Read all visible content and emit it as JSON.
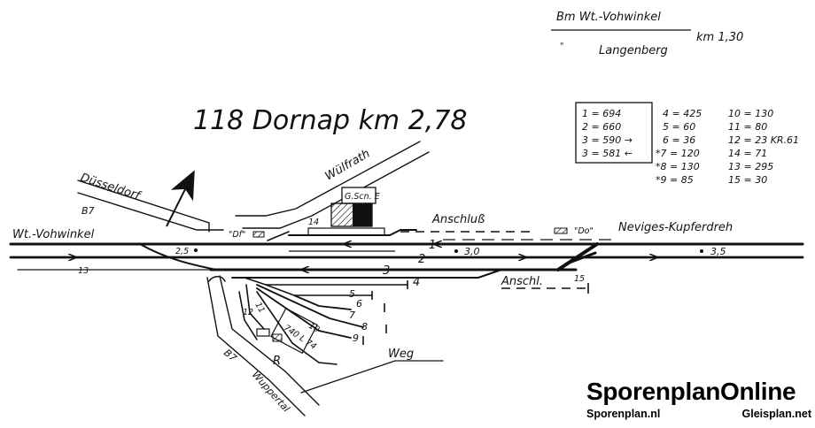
{
  "station": {
    "title": "118 Dornap km 2,78"
  },
  "header_route": {
    "line1": "Bm Wt.-Vohwinkel",
    "line2_prefix": "\"",
    "line2": "Langenberg",
    "km": "km 1,30"
  },
  "lengths_table": {
    "boxed": [
      "1 = 694",
      "2 = 660",
      "3 = 590 →",
      "3 = 581 ←"
    ],
    "col2": [
      "4 = 425",
      "5 = 60",
      "6 = 36",
      "*7 = 120",
      "*8 = 130",
      "*9 = 85"
    ],
    "col3": [
      "10 = 130",
      "11 = 80",
      "12 = 23 KR.61",
      "14 = 71",
      "13 = 295",
      "15 = 30"
    ]
  },
  "directions": {
    "west": "Wt.-Vohwinkel",
    "east": "Neviges-Kupferdreh",
    "northwest": "Düsseldorf",
    "north": "Wülfrath",
    "road_b7_upper": "B7",
    "road_b7_lower": "B7",
    "wuppertal": "Wuppertal",
    "weg": "Weg"
  },
  "labels": {
    "signal_box": "G.Scn. E",
    "anschluss": "Anschluß",
    "anschl": "Anschl.",
    "df": "\"Df\"",
    "do": "\"Do\"",
    "r": "R",
    "track_group": "740 L 74"
  },
  "track_numbers": {
    "t1": "1",
    "t2": "2",
    "t3": "3",
    "t4": "4",
    "t5": "5",
    "t6": "6",
    "t7": "7",
    "t8": "8",
    "t9": "9",
    "t10": "10",
    "t11": "11",
    "t12": "12",
    "t13": "13",
    "t14": "14",
    "t15": "15"
  },
  "km_marks": {
    "k25": "2,5",
    "k30": "3,0",
    "k35": "3,5"
  },
  "branding": {
    "site_name": "SporenplanOnline",
    "link_left": "Sporenplan.nl",
    "link_right": "Gleisplan.net"
  }
}
